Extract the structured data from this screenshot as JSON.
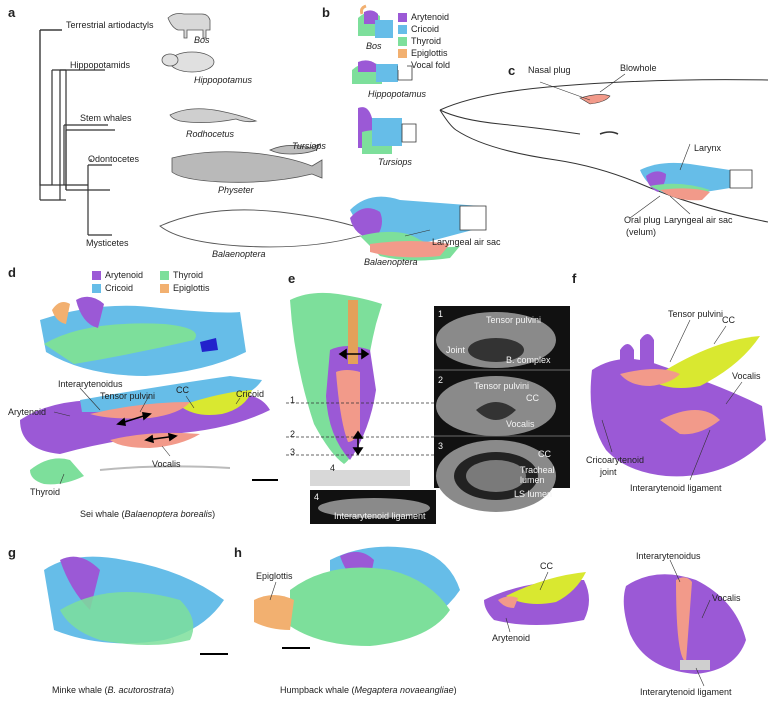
{
  "colors": {
    "arytenoid": "#9b59d6",
    "cricoid": "#66bde8",
    "thyroid": "#7ddf9b",
    "epiglottis": "#f2b070",
    "vocal_fold": "#f29a8a",
    "cc": "#d9e830",
    "dark_panel": "#111111"
  },
  "panels": {
    "a": "a",
    "b": "b",
    "c": "c",
    "d": "d",
    "e": "e",
    "f": "f",
    "g": "g",
    "h": "h"
  },
  "tree": {
    "clades": [
      "Terrestrial artiodactyls",
      "Hippopotamids",
      "Stem whales",
      "Odontocetes",
      "Mysticetes"
    ],
    "taxa": [
      "Bos",
      "Hippopotamus",
      "Rodhocetus",
      "Tursiops",
      "Physeter",
      "Balaenoptera"
    ]
  },
  "legend_b": [
    "Arytenoid",
    "Cricoid",
    "Thyroid",
    "Epiglottis",
    "Vocal fold"
  ],
  "legend_d": [
    "Arytenoid",
    "Thyroid",
    "Cricoid",
    "Epiglottis"
  ],
  "b_taxa": [
    "Bos",
    "Hippopotamus",
    "Tursiops",
    "Balaenoptera"
  ],
  "b_laryngeal_air_sac": "Laryngeal air sac",
  "c_labels": {
    "nasal_plug": "Nasal plug",
    "blowhole": "Blowhole",
    "larynx": "Larynx",
    "oral_plug": "Oral plug",
    "velum": "(velum)",
    "laryngeal_air_sac": "Laryngeal air sac"
  },
  "d_labels": {
    "interarytenoidus": "Interarytenoidus",
    "tensor_pulvini": "Tensor pulvini",
    "cc": "CC",
    "cricoid": "Cricoid",
    "arytenoid": "Arytenoid",
    "thyroid": "Thyroid",
    "vocalis": "Vocalis",
    "caption_pre": "Sei whale (",
    "caption_species": "Balaenoptera borealis",
    "caption_post": ")"
  },
  "e_labels": {
    "n1": "1",
    "n2": "2",
    "n3": "3",
    "n4": "4",
    "s1_tensor": "Tensor pulvini",
    "s1_joint": "Joint",
    "s1_bcomplex": "B. complex",
    "s2_tensor": "Tensor pulvini",
    "s2_cc": "CC",
    "s2_vocalis": "Vocalis",
    "s3_cc": "CC",
    "s3_tracheal": "Tracheal",
    "s3_lumen": "lumen",
    "s3_ls": "LS lumen",
    "s4_lig": "Interarytenoid ligament"
  },
  "f_labels": {
    "tensor_pulvini": "Tensor pulvini",
    "cc": "CC",
    "vocalis": "Vocalis",
    "crico1": "Cricoarytenoid",
    "crico2": "joint",
    "lig": "Interarytenoid ligament"
  },
  "g_caption": {
    "pre": "Minke whale (",
    "species": "B. acutorostrata",
    "post": ")"
  },
  "h_labels": {
    "epiglottis": "Epiglottis",
    "cc": "CC",
    "arytenoid": "Arytenoid",
    "interarytenoidus": "Interarytenoidus",
    "vocalis": "Vocalis",
    "lig": "Interarytenoid ligament",
    "caption_pre": "Humpback whale (",
    "caption_species": "Megaptera novaeangliae",
    "caption_post": ")"
  }
}
